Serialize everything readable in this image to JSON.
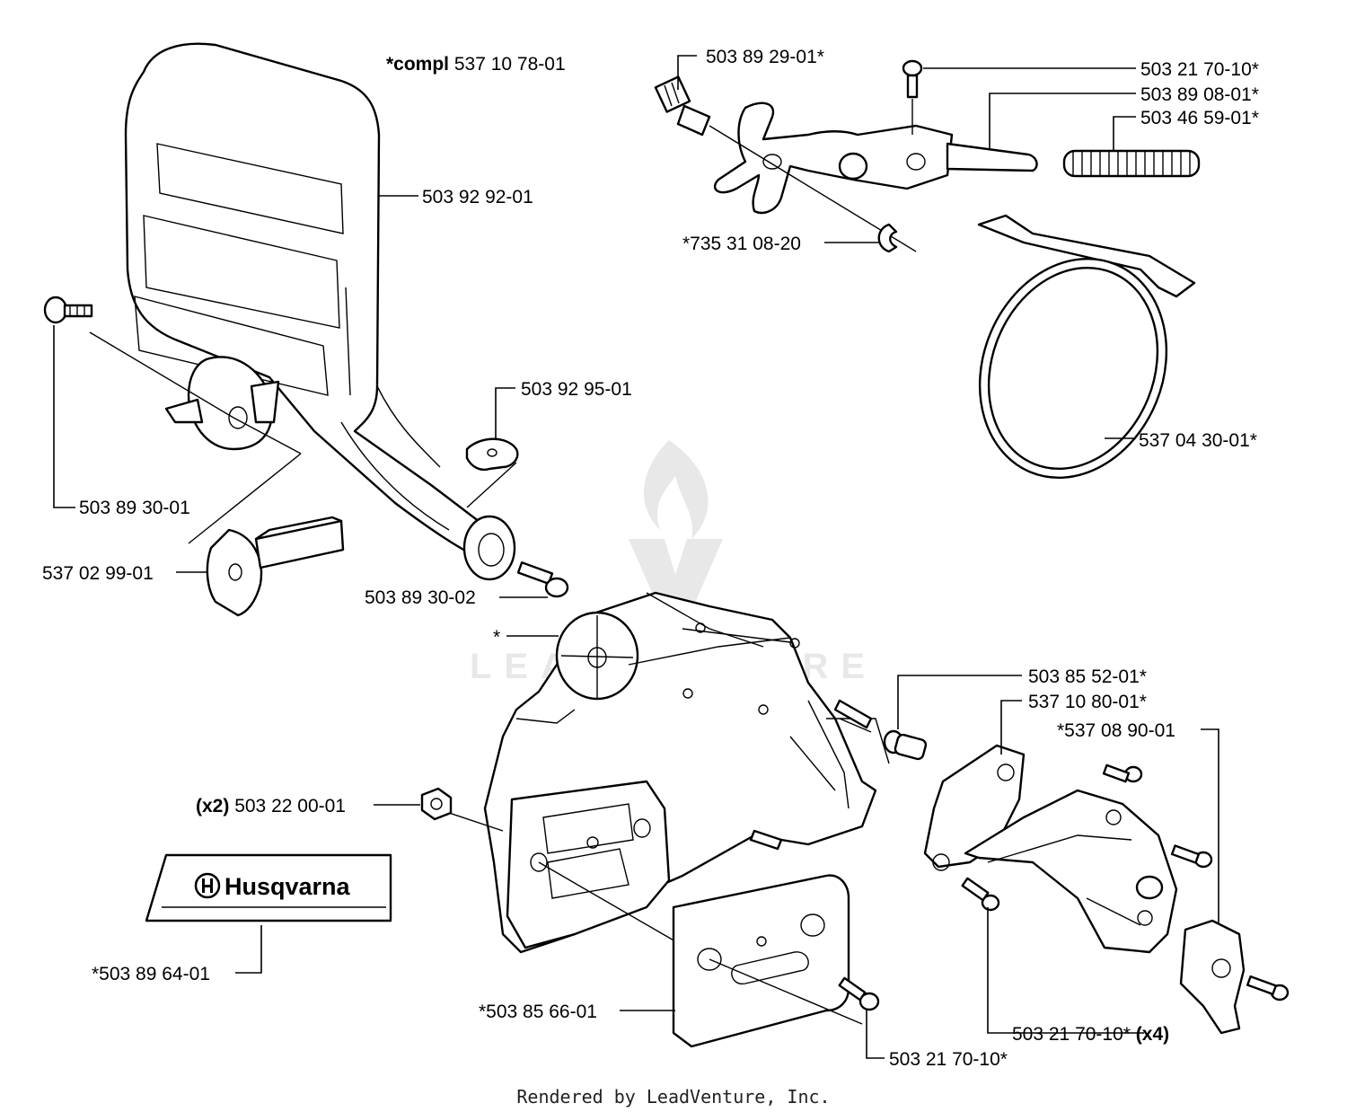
{
  "labels": {
    "compl_prefix": "*compl",
    "compl_number": "537 10 78-01",
    "p_503899201": "503 92 92-01",
    "p_503893001": "503 89 30-01",
    "p_537029901": "537 02 99-01",
    "p_503929501": "503 92 95-01",
    "p_503893002": "503 89 30-02",
    "p_503892901": "503 89 29-01*",
    "p_503217010a": "503 21 70-10*",
    "p_503890801": "503 89 08-01*",
    "p_503465901": "503 46 59-01*",
    "p_735310820": "*735 31 08-20",
    "p_537043001": "537 04 30-01*",
    "p_star": "*",
    "p_503855201": "503 85 52-01*",
    "p_537108001": "537 10 80-01*",
    "p_537089001": "*537 08 90-01",
    "x2_prefix": "(x2)",
    "p_503220001": "503 22 00-01",
    "p_503896401": "*503 89 64-01",
    "p_503856601": "*503 85 66-01",
    "p_503217010b": "503 21 70-10*",
    "p_503217010c": "503 21 70-10*",
    "x4_suffix": "(x4)"
  },
  "decal": {
    "brand": "Husqvarna"
  },
  "watermark": {
    "text": "LEADVENTURE"
  },
  "footer": {
    "text": "Rendered by LeadVenture, Inc."
  }
}
